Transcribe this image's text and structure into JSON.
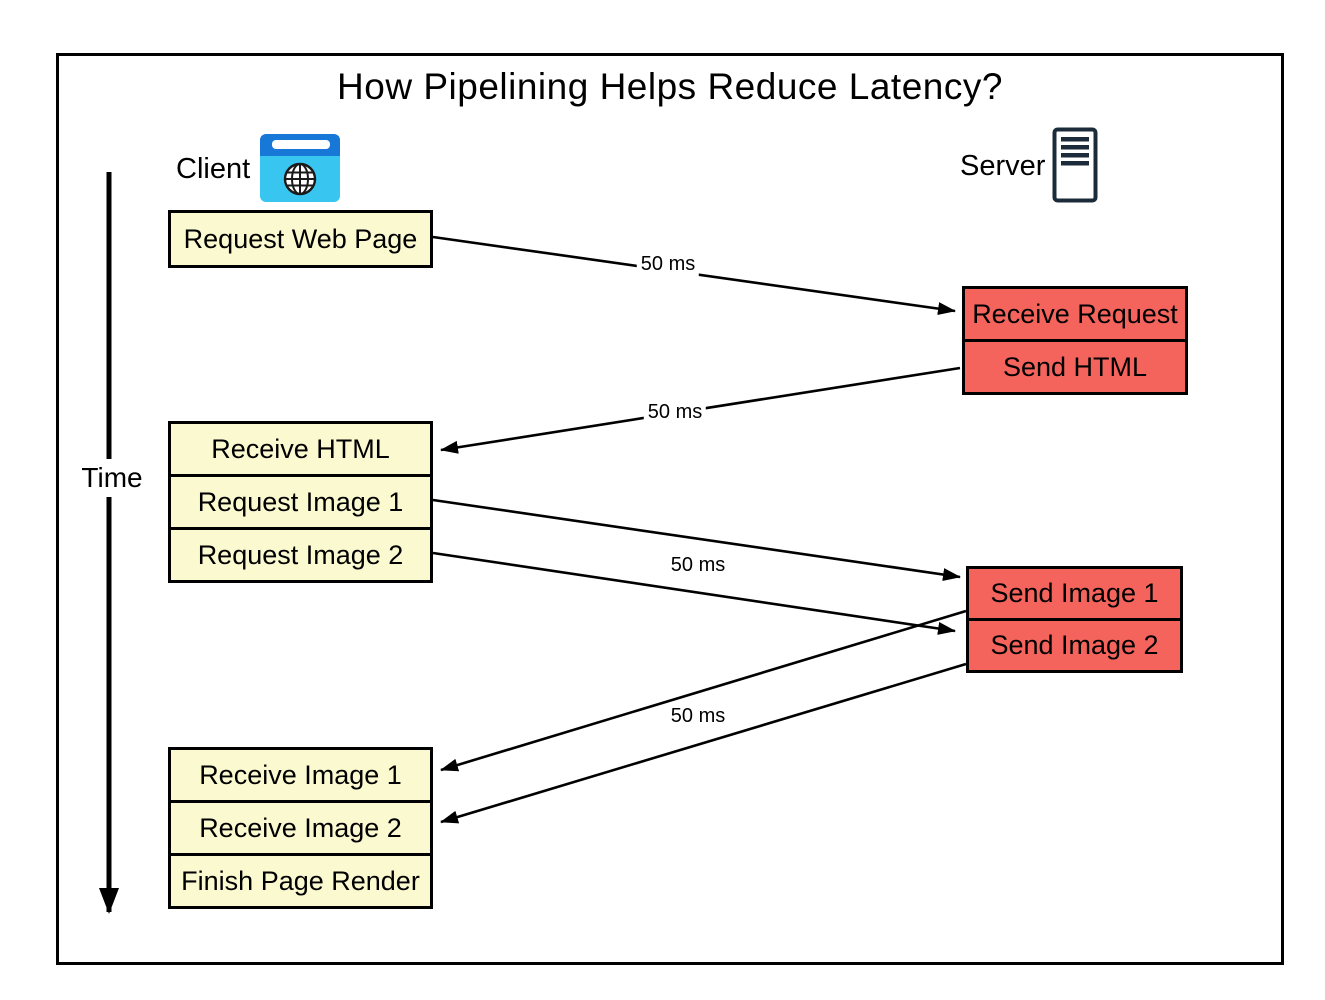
{
  "title": "How Pipelining Helps Reduce Latency?",
  "actors": {
    "client": {
      "label": "Client",
      "icon": "browser-icon"
    },
    "server": {
      "label": "Server",
      "icon": "server-icon"
    }
  },
  "time_axis": {
    "label": "Time"
  },
  "client_steps": [
    {
      "label": "Request Web Page"
    },
    {
      "label": "Receive HTML"
    },
    {
      "label": "Request Image 1"
    },
    {
      "label": "Request Image 2"
    },
    {
      "label": "Receive Image 1"
    },
    {
      "label": "Receive Image 2"
    },
    {
      "label": "Finish Page Render"
    }
  ],
  "server_steps": [
    {
      "label": "Receive Request"
    },
    {
      "label": "Send HTML"
    },
    {
      "label": "Send Image 1"
    },
    {
      "label": "Send Image 2"
    }
  ],
  "latency_labels": [
    "50 ms",
    "50 ms",
    "50 ms",
    "50 ms"
  ],
  "colors": {
    "ink": "#000000",
    "client_box": "#FBF9CF",
    "server_box": "#F4645C",
    "icon_blue_header": "#1878D8",
    "icon_blue_body": "#38C5F0",
    "server_icon_outline": "#1C2B3A"
  }
}
